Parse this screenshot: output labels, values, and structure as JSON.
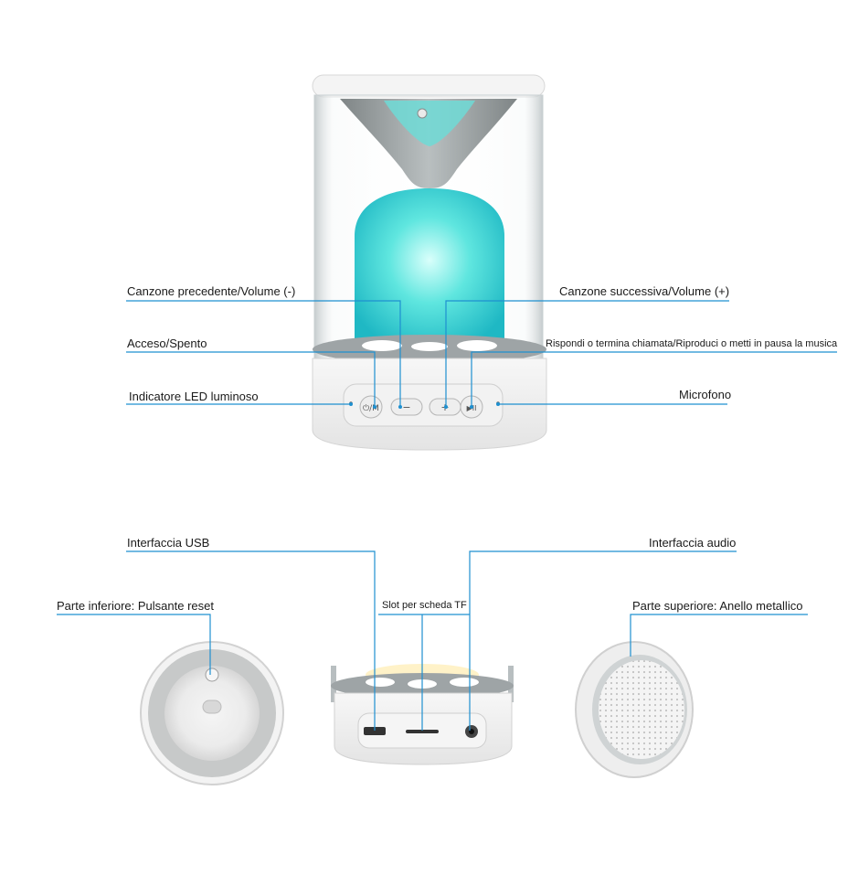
{
  "labels": {
    "prev_volume_down": "Canzone precedente/Volume (-)",
    "next_volume_up": "Canzone successiva/Volume (+)",
    "power": "Acceso/Spento",
    "answer_play_pause": "Rispondi o termina chiamata/Riproduci o metti in pausa la musica",
    "led_indicator": "Indicatore LED luminoso",
    "microphone": "Microfono",
    "usb_interface": "Interfaccia USB",
    "audio_interface": "Interfaccia audio",
    "bottom_reset": "Parte inferiore: Pulsante reset",
    "tf_slot": "Slot per scheda TF",
    "top_metal_ring": "Parte superiore: Anello metallico"
  },
  "buttons": {
    "power_mode": "⏻/M",
    "minus": "−",
    "plus": "+",
    "play_pause": "▶II"
  },
  "colors": {
    "callout_line": "#1e90d0",
    "lamp_glow": "#38d8d4",
    "warm_glow": "#ffe9a8"
  }
}
